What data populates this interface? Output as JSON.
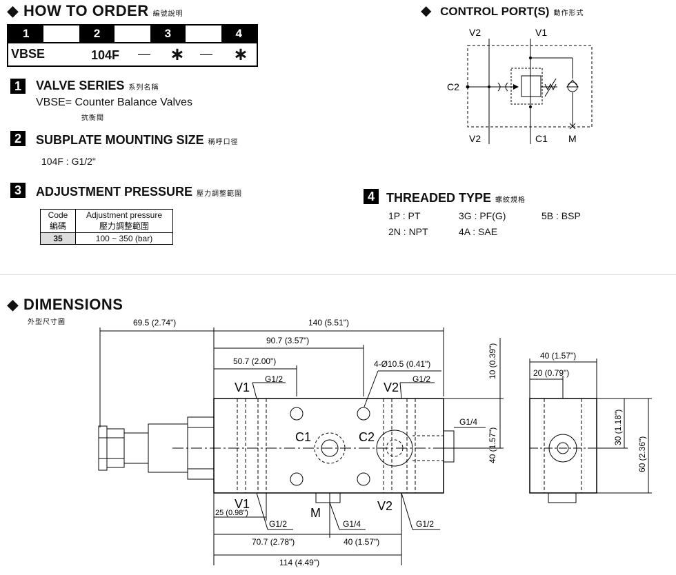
{
  "how_to_order": {
    "title": "HOW TO  ORDER",
    "subtitle": "編號說明"
  },
  "order_code": {
    "positions": [
      "1",
      "2",
      "3",
      "4"
    ],
    "series": "VBSE",
    "size": "104F",
    "dash1": "—",
    "star1": "∗",
    "dash2": "—",
    "star2": "∗"
  },
  "sec1": {
    "num": "1",
    "title": "VALVE SERIES",
    "cjk": "系列名稱",
    "desc": "VBSE= Counter Balance Valves",
    "desc_cjk": "抗衡閥"
  },
  "sec2": {
    "num": "2",
    "title": "SUBPLATE MOUNTING SIZE",
    "cjk": "稱呼口徑",
    "desc": "104F : G1/2\""
  },
  "sec3": {
    "num": "3",
    "title": "ADJUSTMENT PRESSURE",
    "cjk": "壓力調整範圍",
    "table": {
      "h1": "Code",
      "h1_cjk": "編碼",
      "h2": "Adjustment pressure",
      "h2_cjk": "壓力調整範圍",
      "code": "35",
      "range": "100 ~ 350 (bar)"
    }
  },
  "control": {
    "title": "CONTROL PORT(S)",
    "cjk": "動作形式",
    "v2_top": "V2",
    "v1_top": "V1",
    "c2": "C2",
    "v2_bot": "V2",
    "c1": "C1",
    "m": "M"
  },
  "sec4": {
    "num": "4",
    "title": "THREADED TYPE",
    "cjk": "螺紋規格",
    "items": [
      "1P : PT",
      "3G : PF(G)",
      "5B : BSP",
      "2N : NPT",
      "4A : SAE"
    ]
  },
  "dimensions": {
    "title": "DIMENSIONS",
    "cjk": "外型尺寸圖"
  },
  "dims": {
    "d695": "69.5 (2.74\")",
    "d140": "140 (5.51\")",
    "d907": "90.7 (3.57\")",
    "d507": "50.7 (2.00\")",
    "holes": "4-Ø10.5 (0.41\")",
    "v1a": "V1",
    "g12a": "G1/2",
    "v2a": "V2",
    "g12b": "G1/2",
    "g14a": "G1/4",
    "c1": "C1",
    "c2": "C2",
    "v1b": "V1",
    "m": "M",
    "v2b": "V2",
    "d25": "25 (0.98\")",
    "g12c": "G1/2",
    "g14b": "G1/4",
    "g12d": "G1/2",
    "d707": "70.7 (2.78\")",
    "d40": "40 (1.57\")",
    "d114": "114 (4.49\")",
    "d10": "10 (0.39\")",
    "d40v": "40 (1.57\")",
    "s40": "40 (1.57\")",
    "s20": "20 (0.79\")",
    "s30": "30 (1.18\")",
    "s60": "60 (2.36\")"
  }
}
